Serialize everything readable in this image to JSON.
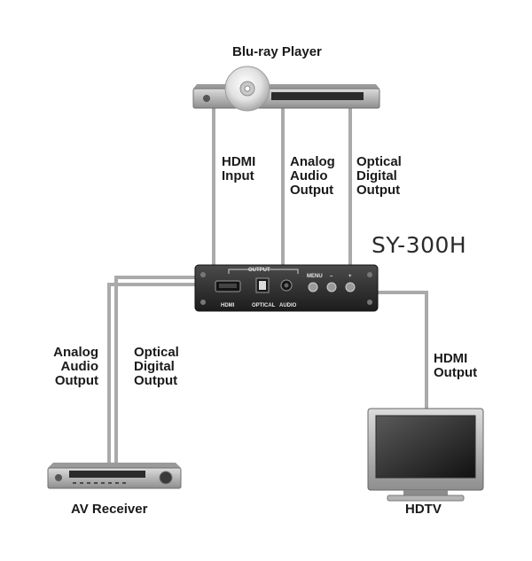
{
  "devices": {
    "bluray": {
      "label": "Blu-ray Player"
    },
    "receiver": {
      "label": "AV Receiver"
    },
    "hdtv": {
      "label": "HDTV"
    },
    "converter": {
      "model": "SY-300H",
      "panel": {
        "output": "OUTPUT",
        "hdmi": "HDMI",
        "optical": "OPTICAL",
        "audio": "AUDIO",
        "menu": "MENU",
        "minus": "–",
        "plus": "+"
      }
    }
  },
  "connections": {
    "hdmi_input": [
      "HDMI",
      "Input"
    ],
    "analog_audio_top": [
      "Analog",
      "Audio",
      "Output"
    ],
    "optical_digital_top": [
      "Optical",
      "Digital",
      "Output"
    ],
    "analog_audio_left": [
      "Analog",
      "Audio",
      "Output"
    ],
    "optical_digital_left": [
      "Optical",
      "Digital",
      "Output"
    ],
    "hdmi_output": [
      "HDMI",
      "Output"
    ]
  },
  "colors": {
    "cable": "#aaaaaa",
    "device": "#3a3a3a"
  }
}
